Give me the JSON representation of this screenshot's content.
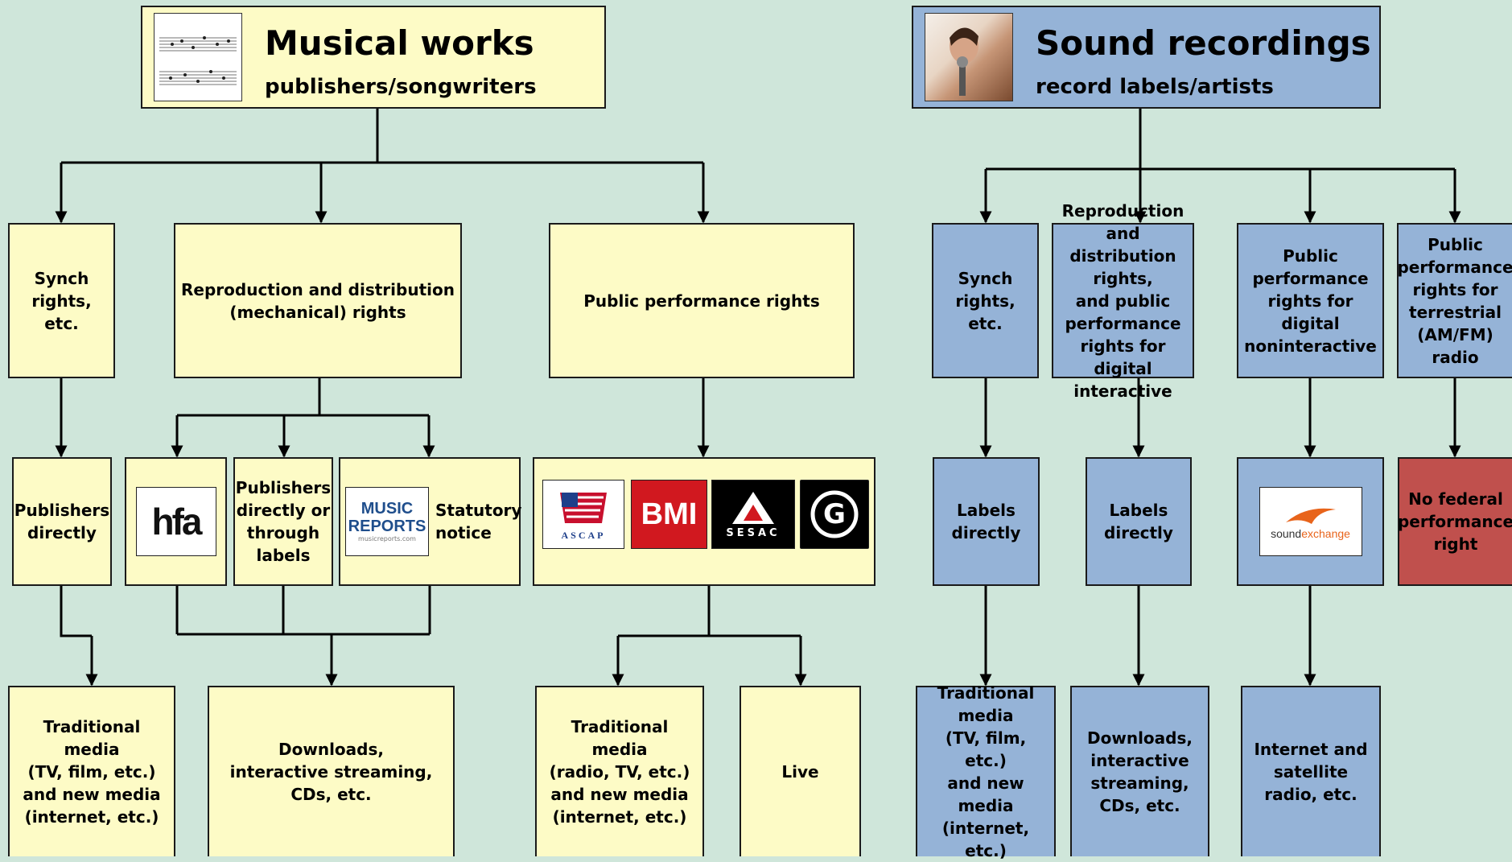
{
  "musical": {
    "title": "Musical works",
    "subtitle": "publishers/songwriters",
    "synch": "Synch\nrights,\netc.",
    "reproduction": "Reproduction and distribution\n(mechanical) rights",
    "public_perf": "Public performance rights",
    "publishers_directly": "Publishers\ndirectly",
    "hfa_logo": "hfa",
    "pub_or_labels": "Publishers\ndirectly or\nthrough\nlabels",
    "music_reports_logo": "MUSIC\nREPORTS",
    "music_reports_url": "musicreports.com",
    "statutory": "Statutory\nnotice",
    "pro_logos": [
      "ASCAP",
      "BMI",
      "SESAC",
      "G"
    ],
    "trad_media": "Traditional media\n(TV, film, etc.)\nand new media\n(internet, etc.)",
    "downloads": "Downloads,\ninteractive streaming,\nCDs, etc.",
    "trad_radio": "Traditional media\n(radio, TV, etc.)\nand new media\n(internet, etc.)",
    "live": "Live"
  },
  "sound": {
    "title": "Sound recordings",
    "subtitle": "record labels/artists",
    "synch": "Synch\nrights,\netc.",
    "repro_interactive": "Reproduction and\ndistribution rights,\nand public\nperformance\nrights for digital\ninteractive",
    "noninteractive": "Public\nperformance\nrights for\ndigital\nnoninteractive",
    "terrestrial": "Public\nperformance\nrights for\nterrestrial\n(AM/FM)\nradio",
    "labels_directly_1": "Labels\ndirectly",
    "labels_directly_2": "Labels\ndirectly",
    "soundexchange_logo_a": "sound",
    "soundexchange_logo_b": "exchange",
    "no_federal": "No federal\nperformance\nright",
    "trad_media": "Traditional\nmedia\n(TV, film, etc.)\nand new media\n(internet, etc.)",
    "downloads": "Downloads,\ninteractive\nstreaming,\nCDs, etc.",
    "internet_sat": "Internet and\nsatellite\nradio, etc."
  },
  "colors": {
    "background": "#cfe6da",
    "musical_box": "#fdfbc6",
    "sound_box": "#95b3d7",
    "no_right_box": "#c0504d"
  }
}
